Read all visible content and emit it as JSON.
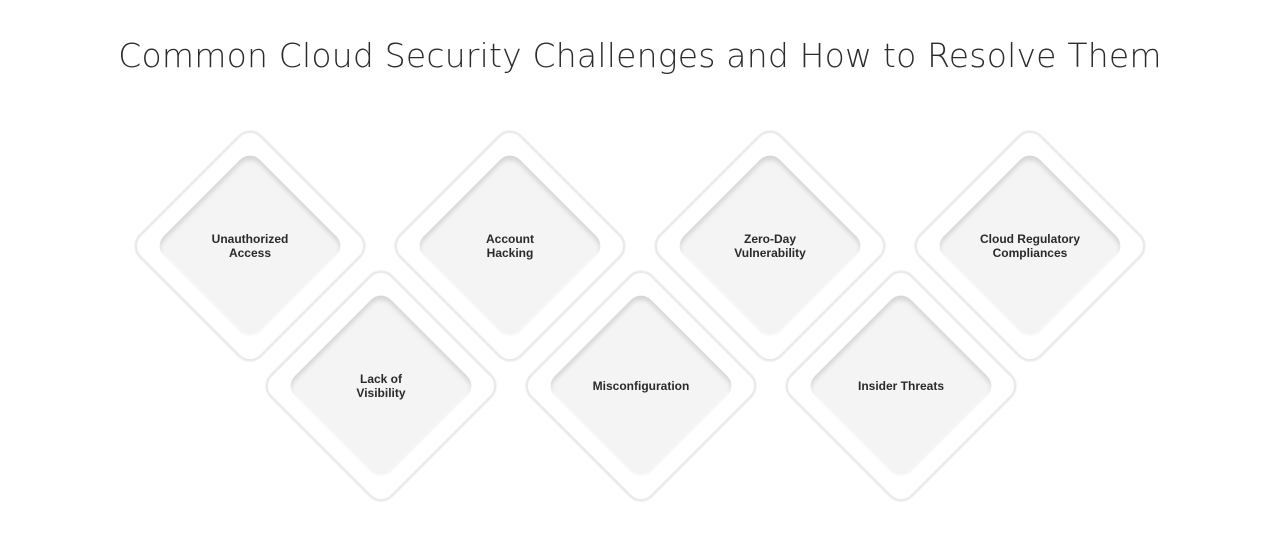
{
  "title": "Common Cloud Security Challenges and How to Resolve Them",
  "colors": {
    "outer_fill": "#ffffff",
    "outer_border": "#e9e9e9",
    "inner_fill": "#f4f4f4",
    "text": "#2a2a2a"
  },
  "top_row": [
    {
      "label": "Unauthorized\nAccess"
    },
    {
      "label": "Account\nHacking"
    },
    {
      "label": "Zero-Day\nVulnerability"
    },
    {
      "label": "Cloud Regulatory\nCompliances"
    }
  ],
  "bottom_row": [
    {
      "label": "Lack of\nVisibility"
    },
    {
      "label": "Misconfiguration"
    },
    {
      "label": "Insider Threats"
    }
  ]
}
